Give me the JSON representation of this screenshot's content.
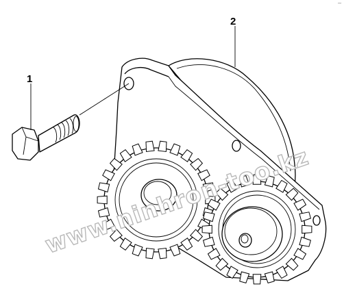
{
  "callouts": {
    "part_1": "1",
    "part_2": "2"
  },
  "watermark": "www.ninhron-too.kz",
  "corner_mark": "~"
}
